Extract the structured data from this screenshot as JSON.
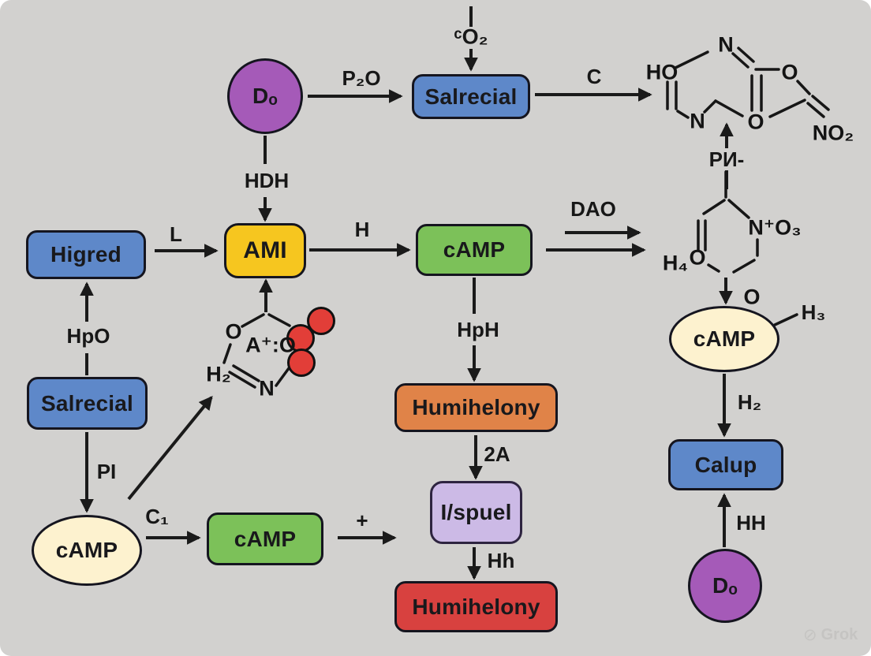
{
  "nodes": {
    "d0_top": {
      "label": "Dₒ"
    },
    "salrecial_top": {
      "label": "Salrecial"
    },
    "higred": {
      "label": "Higred"
    },
    "ami": {
      "label": "AMI"
    },
    "camp_mid": {
      "label": "cAMP"
    },
    "salrecial_left": {
      "label": "Salrecial"
    },
    "camp_left": {
      "label": "cAMP"
    },
    "camp_bottom": {
      "label": "cAMP"
    },
    "humihelony_orange": {
      "label": "Humihelony"
    },
    "ispuel": {
      "label": "I/spuel"
    },
    "humihelony_red": {
      "label": "Humihelony"
    },
    "camp_right": {
      "label": "cAMP"
    },
    "calup": {
      "label": "Calup"
    },
    "d0_bottom": {
      "label": "Dₒ"
    }
  },
  "edge_labels": {
    "p2o": "P₂O",
    "co2": "ᶜO₂",
    "c": "C",
    "hdh": "HDH",
    "l": "L",
    "h": "H",
    "dao": "DAO",
    "hpo": "HpO",
    "pi": "PI",
    "c1": "C₁",
    "plus": "+",
    "hph": "HpH",
    "two_a": "2A",
    "hh_small": "Hh",
    "h2": "H₂",
    "hh": "HH",
    "pn": "PИ-",
    "h3": "H₃"
  },
  "structures": {
    "top_right": {
      "ho": "HO",
      "n_top": "N",
      "o_top": "O",
      "n_bottom": "N",
      "o_bottom": "O",
      "no2": "NO₂"
    },
    "right_mid": {
      "no3": "N⁺O₃",
      "h4": "H₄",
      "o": "O",
      "o_below": "O"
    },
    "mid": {
      "o": "O",
      "ao": "A⁺:O",
      "h2": "H₂",
      "n": "N"
    }
  },
  "colors": {
    "background": "#d2d1cf",
    "blue": "#5e88c9",
    "yellow": "#f6c61f",
    "green": "#7cc159",
    "orange": "#e08348",
    "lavender": "#ccbae6",
    "red": "#d8413f",
    "cream": "#fdf2cf",
    "purple": "#a55ab8",
    "red_atom": "#e23e38",
    "line": "#1a1a1a"
  },
  "watermark": {
    "icon": "⊘",
    "text": "Grok"
  }
}
